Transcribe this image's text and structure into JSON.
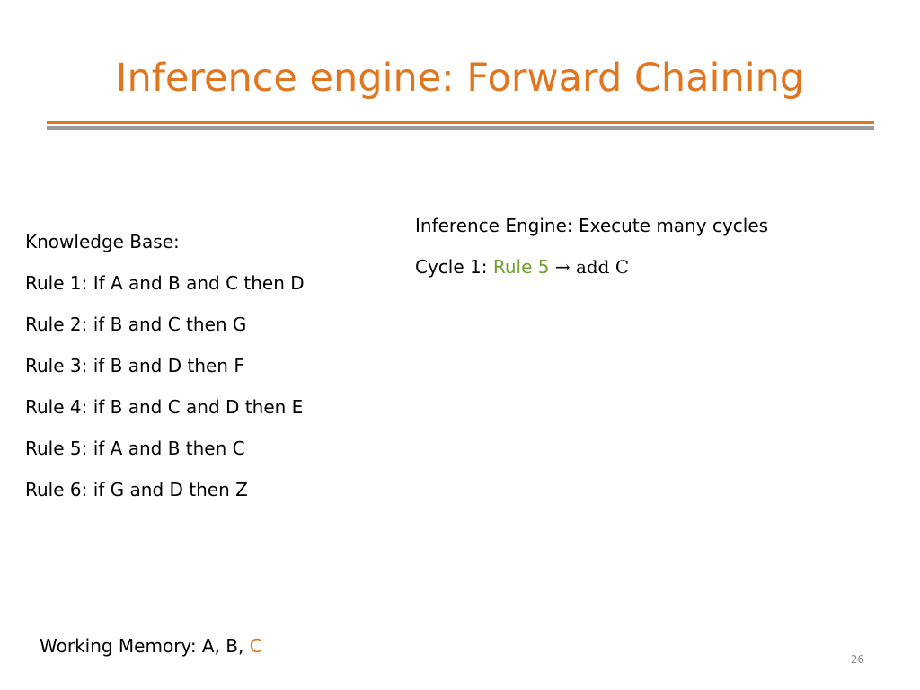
{
  "slide": {
    "title": "Inference engine: Forward Chaining",
    "page_number": "26",
    "accent_color": "#E0761F",
    "highlight_color": "#70A034"
  },
  "knowledge_base": {
    "heading": "Knowledge Base:",
    "rules": [
      "Rule 1: If A and B and C then D",
      "Rule 2: if B and C then G",
      "Rule 3: if B and D then F",
      "Rule 4: if B and C and D then E",
      "Rule 5: if A and B then C",
      "Rule 6: if G and D then Z"
    ]
  },
  "inference_engine": {
    "heading": "Inference Engine: Execute many cycles",
    "cycle_label": "Cycle 1: ",
    "cycle_rule": "Rule 5",
    "cycle_action": " → add C"
  },
  "working_memory": {
    "label": "Working Memory: A, B, ",
    "new_item": "C"
  }
}
